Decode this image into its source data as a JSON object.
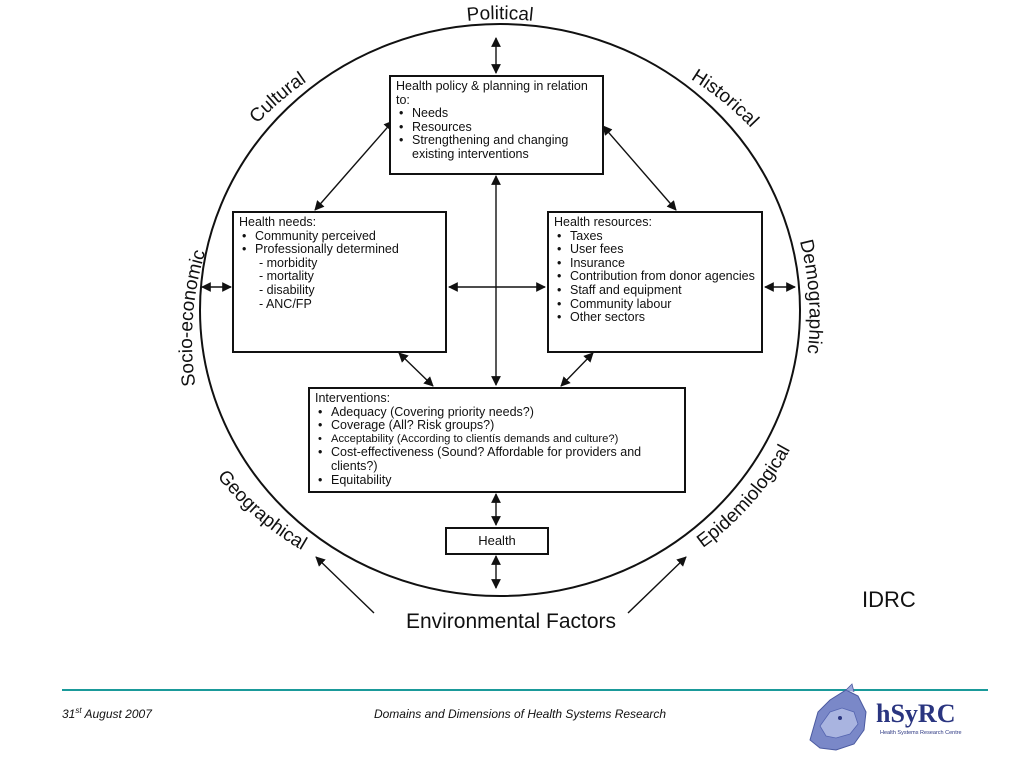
{
  "diagram": {
    "outer_labels": {
      "political": "Political",
      "historical": "Historical",
      "demographic": "Demographic",
      "epidemiological": "Epidemiological",
      "geographical": "Geographical",
      "socio_economic": "Socio-economic",
      "cultural": "Cultural"
    },
    "environmental_factors": "Environmental Factors",
    "policy_box": {
      "title": "Health policy & planning in relation to:",
      "items": [
        "Needs",
        "Resources",
        "Strengthening and changing existing interventions"
      ]
    },
    "needs_box": {
      "title": "Health needs:",
      "items": [
        "Community perceived",
        "Professionally determined"
      ],
      "sub_items": [
        "- morbidity",
        "- mortality",
        "- disability",
        "- ANC/FP"
      ]
    },
    "resources_box": {
      "title": "Health resources:",
      "items": [
        "Taxes",
        "User fees",
        "Insurance",
        "Contribution from donor agencies",
        "Staff and equipment",
        "Community labour",
        "Other sectors"
      ]
    },
    "interventions_box": {
      "title": "Interventions:",
      "items": [
        "Adequacy (Covering priority needs?)",
        "Coverage (All? Risk groups?)",
        "Acceptability (According to clientís demands and culture?)",
        "Cost-effectiveness (Sound? Affordable for providers and clients?)",
        "Equitability"
      ]
    },
    "health_box": "Health"
  },
  "idrc": "IDRC",
  "footer": {
    "date_day": "31",
    "date_suffix": "st",
    "date_rest": " August 2007",
    "title": "Domains and Dimensions of Health Systems Research",
    "logo_text": "hSyRC",
    "logo_subtext": "Health Systems Research Centre",
    "accent_color": "#1a9a9a"
  }
}
